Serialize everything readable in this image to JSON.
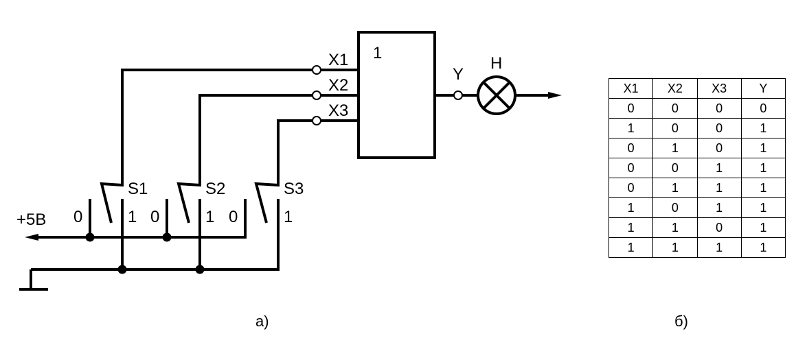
{
  "schematic": {
    "supply_label": "+5В",
    "inputs": [
      "X1",
      "X2",
      "X3"
    ],
    "gate_label": "1",
    "output_label": "Y",
    "lamp_label": "H",
    "switches": [
      {
        "name": "S1",
        "pos0": "0",
        "pos1": "1"
      },
      {
        "name": "S2",
        "pos0": "0",
        "pos1": "1"
      },
      {
        "name": "S3",
        "pos0": "0",
        "pos1": "1"
      }
    ],
    "caption": "а)"
  },
  "truth_table": {
    "headers": [
      "X1",
      "X2",
      "X3",
      "Y"
    ],
    "rows": [
      [
        "0",
        "0",
        "0",
        "0"
      ],
      [
        "1",
        "0",
        "0",
        "1"
      ],
      [
        "0",
        "1",
        "0",
        "1"
      ],
      [
        "0",
        "0",
        "1",
        "1"
      ],
      [
        "0",
        "1",
        "1",
        "1"
      ],
      [
        "1",
        "0",
        "1",
        "1"
      ],
      [
        "1",
        "1",
        "0",
        "1"
      ],
      [
        "1",
        "1",
        "1",
        "1"
      ]
    ],
    "caption": "б)"
  }
}
